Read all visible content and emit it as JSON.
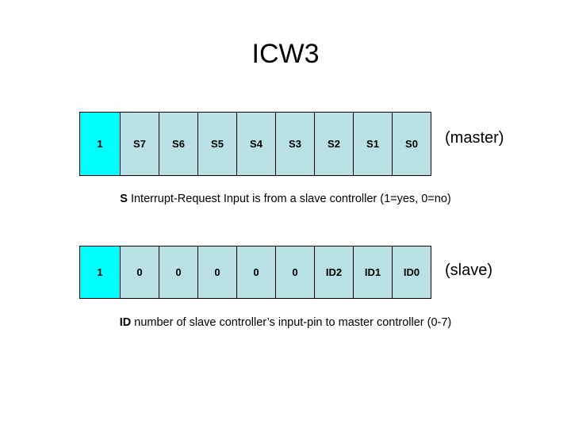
{
  "slide": {
    "title": "ICW3",
    "background_color": "#ffffff"
  },
  "colors": {
    "lead_bit_cell": "#00ffff",
    "bit_cell": "#b9e1e5",
    "border": "#000000",
    "text": "#000000"
  },
  "rows": [
    {
      "id": "master-row",
      "lead_cell": "1",
      "cells": [
        "S7",
        "S6",
        "S5",
        "S4",
        "S3",
        "S2",
        "S1",
        "S0"
      ],
      "annotation": "(master)",
      "caption_key": "S",
      "caption_rest": " Interrupt-Request Input is from a slave controller (1=yes, 0=no)"
    },
    {
      "id": "slave-row",
      "lead_cell": "1",
      "cells": [
        "0",
        "0",
        "0",
        "0",
        "0",
        "ID2",
        "ID1",
        "ID0"
      ],
      "annotation": "(slave)",
      "caption_key": "ID",
      "caption_rest": " number of slave controller’s input-pin to master controller (0-7)"
    }
  ]
}
